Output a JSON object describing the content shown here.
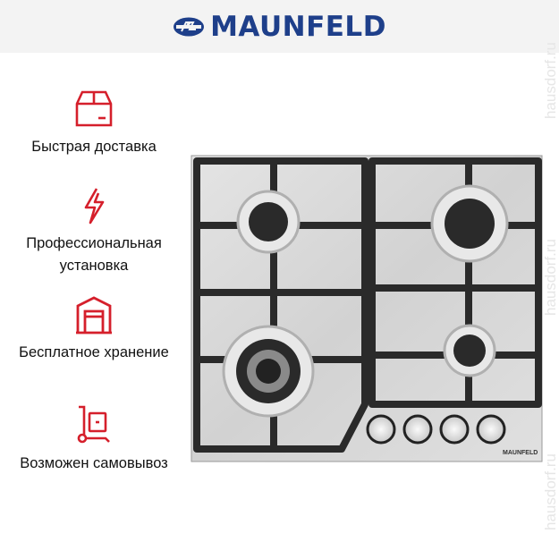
{
  "brand": {
    "name": "MAUNFELD",
    "color": "#1e3f8a"
  },
  "features": [
    {
      "icon": "box-icon",
      "label": "Быстрая доставка"
    },
    {
      "icon": "lightning-icon",
      "label": "Профессиональная установка"
    },
    {
      "icon": "warehouse-icon",
      "label": "Бесплатное хранение"
    },
    {
      "icon": "hand-truck-icon",
      "label": "Возможен самовывоз"
    }
  ],
  "accent_color": "#d51f2b",
  "product": {
    "panel_logo": "MAUNFELD",
    "burners": 4,
    "knobs": 4
  },
  "watermark": "hausdorf.ru"
}
